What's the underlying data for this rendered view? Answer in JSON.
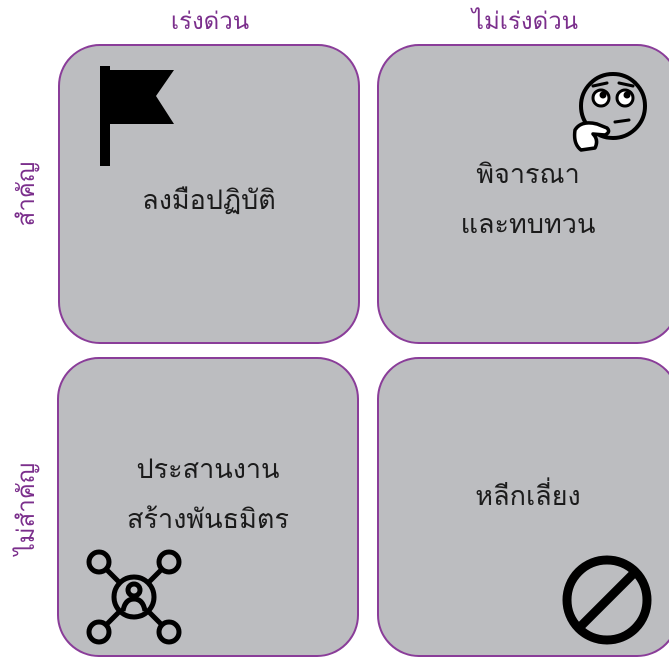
{
  "matrix": {
    "columns": [
      "เร่งด่วน",
      "ไม่เร่งด่วน"
    ],
    "rows": [
      "สำคัญ",
      "ไม่สำคัญ"
    ],
    "quadrants": [
      {
        "lines": [
          "ลงมือปฏิบัติ"
        ],
        "icon": "flag-icon"
      },
      {
        "lines": [
          "พิจารณา",
          "และทบทวน"
        ],
        "icon": "thinking-face-icon"
      },
      {
        "lines": [
          "ประสานงาน",
          "สร้างพันธมิตร"
        ],
        "icon": "network-person-icon"
      },
      {
        "lines": [
          "หลีกเลี่ยง"
        ],
        "icon": "prohibited-icon"
      }
    ]
  },
  "colors": {
    "header": "#7b2f8c",
    "quadrant_fill": "#bcbdc0",
    "quadrant_border": "#8a3d99",
    "text": "#1b1b1b"
  }
}
